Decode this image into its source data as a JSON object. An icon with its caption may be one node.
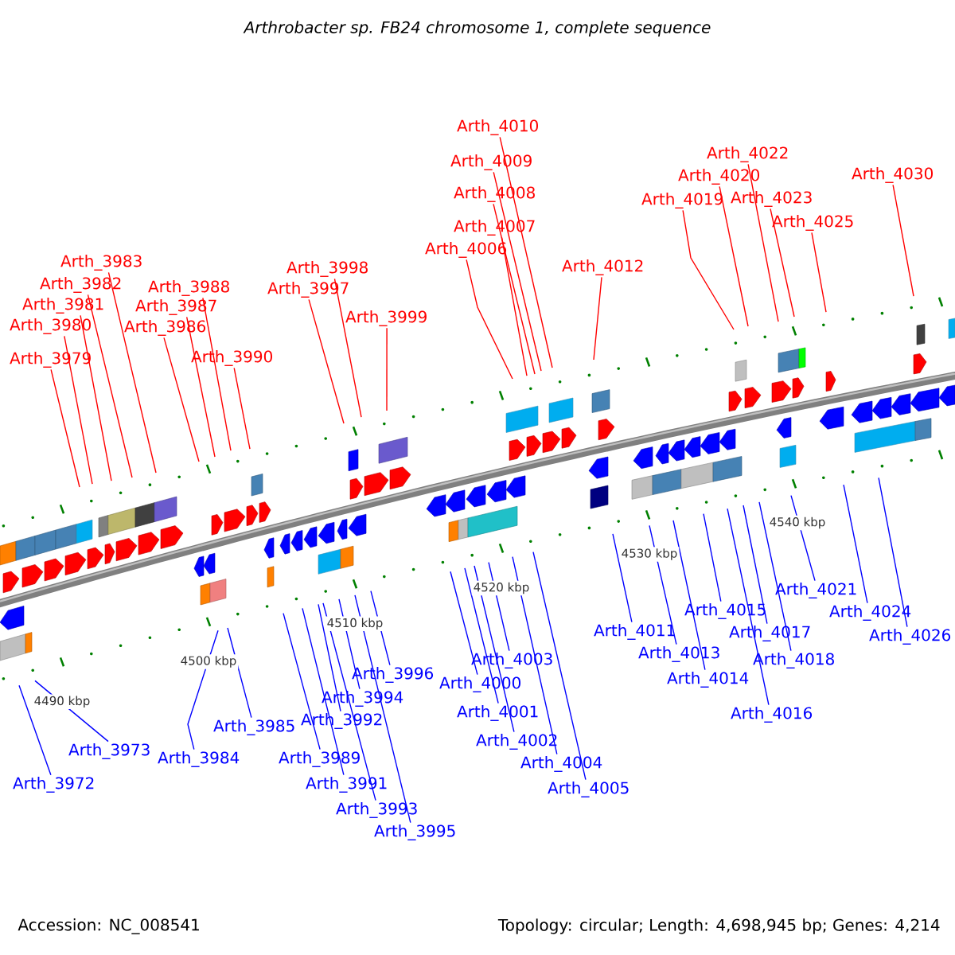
{
  "diagram": {
    "title": "Arthrobacter sp. FB24 chromosome 1, complete sequence",
    "nodes": [
      {
        "text": [
          "Arth_3983"
        ]
      },
      {
        "text": [
          "Arth_3982"
        ]
      },
      {
        "text": [
          "Arth_3981"
        ]
      },
      {
        "text": [
          "Arth_3980"
        ]
      },
      {
        "text": [
          "Arth_3979"
        ]
      },
      {
        "text": [
          "Arth_3988"
        ]
      },
      {
        "text": [
          "Arth_3987"
        ]
      },
      {
        "text": [
          "Arth_3986"
        ]
      },
      {
        "text": [
          "Arth_3990"
        ]
      },
      {
        "text": [
          "Arth_3998"
        ]
      },
      {
        "text": [
          "Arth_3997"
        ]
      },
      {
        "text": [
          "Arth_3999"
        ]
      },
      {
        "text": [
          "Arth_4010"
        ]
      },
      {
        "text": [
          "Arth_4009"
        ]
      },
      {
        "text": [
          "Arth_4008"
        ]
      },
      {
        "text": [
          "Arth_4007"
        ]
      },
      {
        "text": [
          "Arth_4006"
        ]
      },
      {
        "text": [
          "Arth_4012"
        ]
      },
      {
        "text": [
          "Arth_4022"
        ]
      },
      {
        "text": [
          "Arth_4020"
        ]
      },
      {
        "text": [
          "Arth_4019"
        ]
      },
      {
        "text": [
          "Arth_4023"
        ]
      },
      {
        "text": [
          "Arth_4025"
        ]
      },
      {
        "text": [
          "Arth_4030"
        ]
      },
      {
        "text": [
          "Arth_4021"
        ]
      },
      {
        "text": [
          "Arth_4024"
        ]
      },
      {
        "text": [
          "Arth_4015"
        ]
      },
      {
        "text": [
          "Arth_4011"
        ]
      },
      {
        "text": [
          "Arth_4017"
        ]
      },
      {
        "text": [
          "Arth_4026"
        ]
      },
      {
        "text": [
          "Arth_4013"
        ]
      },
      {
        "text": [
          "Arth_4003"
        ]
      },
      {
        "text": [
          "Arth_3996"
        ]
      },
      {
        "text": [
          "Arth_4018"
        ]
      },
      {
        "text": [
          "Arth_4014"
        ]
      },
      {
        "text": [
          "Arth_4000"
        ]
      },
      {
        "text": [
          "Arth_3994"
        ]
      },
      {
        "text": [
          "Arth_4001"
        ]
      },
      {
        "text": [
          "Arth_4016"
        ]
      },
      {
        "text": [
          "Arth_3992"
        ]
      },
      {
        "text": [
          "Arth_3985"
        ]
      },
      {
        "text": [
          "Arth_4002"
        ]
      },
      {
        "text": [
          "Arth_3973"
        ]
      },
      {
        "text": [
          "Arth_3984"
        ]
      },
      {
        "text": [
          "Arth_3989"
        ]
      },
      {
        "text": [
          "Arth_4004"
        ]
      },
      {
        "text": [
          "Arth_3972"
        ]
      },
      {
        "text": [
          "Arth_3991"
        ]
      },
      {
        "text": [
          "Arth_4005"
        ]
      },
      {
        "text": [
          "Arth_3993"
        ]
      },
      {
        "text": [
          "Arth_3995"
        ]
      }
    ],
    "edges": [
      {
        "from": 0,
        "to": null,
        "arrow": "none",
        "color": "#ff0000"
      },
      {
        "from": 1,
        "to": null,
        "arrow": "none",
        "color": "#ff0000"
      },
      {
        "from": 2,
        "to": null,
        "arrow": "none",
        "color": "#ff0000"
      },
      {
        "from": 3,
        "to": null,
        "arrow": "none",
        "color": "#ff0000"
      },
      {
        "from": 4,
        "to": null,
        "arrow": "none",
        "color": "#ff0000"
      },
      {
        "from": 5,
        "to": null,
        "arrow": "none",
        "color": "#ff0000"
      },
      {
        "from": 6,
        "to": null,
        "arrow": "none",
        "color": "#ff0000"
      },
      {
        "from": 7,
        "to": null,
        "arrow": "none",
        "color": "#ff0000"
      },
      {
        "from": 8,
        "to": null,
        "arrow": "none",
        "color": "#ff0000"
      },
      {
        "from": 9,
        "to": null,
        "arrow": "none",
        "color": "#ff0000"
      },
      {
        "from": 10,
        "to": null,
        "arrow": "none",
        "color": "#ff0000"
      },
      {
        "from": 11,
        "to": null,
        "arrow": "none",
        "color": "#ff0000"
      },
      {
        "from": 12,
        "to": null,
        "arrow": "none",
        "color": "#ff0000"
      },
      {
        "from": 13,
        "to": null,
        "arrow": "none",
        "color": "#ff0000"
      },
      {
        "from": 14,
        "to": null,
        "arrow": "none",
        "color": "#ff0000"
      },
      {
        "from": 15,
        "to": null,
        "arrow": "none",
        "color": "#ff0000"
      },
      {
        "from": 16,
        "to": null,
        "arrow": "none",
        "color": "#ff0000"
      },
      {
        "from": 17,
        "to": null,
        "arrow": "none",
        "color": "#ff0000"
      },
      {
        "from": 18,
        "to": null,
        "arrow": "none",
        "color": "#ff0000"
      },
      {
        "from": 19,
        "to": null,
        "arrow": "none",
        "color": "#ff0000"
      },
      {
        "from": 20,
        "to": null,
        "arrow": "none",
        "color": "#ff0000"
      },
      {
        "from": 21,
        "to": null,
        "arrow": "none",
        "color": "#ff0000"
      },
      {
        "from": 22,
        "to": null,
        "arrow": "none",
        "color": "#ff0000"
      },
      {
        "from": 23,
        "to": null,
        "arrow": "none",
        "color": "#ff0000"
      },
      {
        "from": 24,
        "to": null,
        "arrow": "none",
        "color": "#0000ff"
      },
      {
        "from": 25,
        "to": null,
        "arrow": "none",
        "color": "#0000ff"
      },
      {
        "from": 26,
        "to": null,
        "arrow": "none",
        "color": "#0000ff"
      },
      {
        "from": 27,
        "to": null,
        "arrow": "none",
        "color": "#0000ff"
      },
      {
        "from": 28,
        "to": null,
        "arrow": "none",
        "color": "#0000ff"
      },
      {
        "from": 29,
        "to": null,
        "arrow": "none",
        "color": "#0000ff"
      },
      {
        "from": 30,
        "to": null,
        "arrow": "none",
        "color": "#0000ff"
      },
      {
        "from": 31,
        "to": null,
        "arrow": "none",
        "color": "#0000ff"
      },
      {
        "from": 32,
        "to": null,
        "arrow": "none",
        "color": "#0000ff"
      },
      {
        "from": 33,
        "to": null,
        "arrow": "none",
        "color": "#0000ff"
      },
      {
        "from": 34,
        "to": null,
        "arrow": "none",
        "color": "#0000ff"
      },
      {
        "from": 35,
        "to": null,
        "arrow": "none",
        "color": "#0000ff"
      },
      {
        "from": 36,
        "to": null,
        "arrow": "none",
        "color": "#0000ff"
      },
      {
        "from": 37,
        "to": null,
        "arrow": "none",
        "color": "#0000ff"
      },
      {
        "from": 38,
        "to": null,
        "arrow": "none",
        "color": "#0000ff"
      },
      {
        "from": 39,
        "to": null,
        "arrow": "none",
        "color": "#0000ff"
      },
      {
        "from": 40,
        "to": null,
        "arrow": "none",
        "color": "#0000ff"
      },
      {
        "from": 41,
        "to": null,
        "arrow": "none",
        "color": "#0000ff"
      },
      {
        "from": 42,
        "to": null,
        "arrow": "none",
        "color": "#0000ff"
      },
      {
        "from": 43,
        "to": null,
        "arrow": "none",
        "color": "#0000ff"
      },
      {
        "from": 44,
        "to": null,
        "arrow": "none",
        "color": "#0000ff"
      },
      {
        "from": 45,
        "to": null,
        "arrow": "none",
        "color": "#0000ff"
      },
      {
        "from": 46,
        "to": null,
        "arrow": "none",
        "color": "#0000ff"
      },
      {
        "from": 47,
        "to": null,
        "arrow": "none",
        "color": "#0000ff"
      },
      {
        "from": 48,
        "to": null,
        "arrow": "none",
        "color": "#0000ff"
      },
      {
        "from": 49,
        "to": null,
        "arrow": "none",
        "color": "#0000ff"
      },
      {
        "from": 50,
        "to": null,
        "arrow": "none",
        "color": "#0000ff"
      }
    ],
    "labels": [
      "4540 kbp",
      "4530 kbp",
      "4520 kbp",
      "4510 kbp",
      "4500 kbp",
      "4490 kbp",
      "Accession: NC_008541",
      "Topology: circular; Length: 4,698,945 bp; Genes: 4,214"
    ]
  }
}
